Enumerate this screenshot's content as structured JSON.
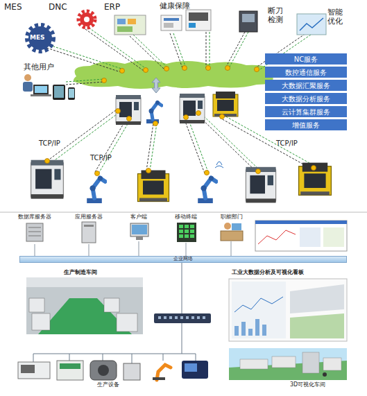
{
  "diagram": {
    "nodes": [
      {
        "text": [
          "NC服务"
        ]
      },
      {
        "text": [
          "数控通信服务"
        ]
      },
      {
        "text": [
          "大数据汇聚服务"
        ]
      },
      {
        "text": [
          "大数据分析服务"
        ]
      },
      {
        "text": [
          "云计算集群服务"
        ]
      },
      {
        "text": [
          "增值服务"
        ]
      },
      {
        "text": [
          "企业网络"
        ]
      }
    ],
    "labels": [
      "MES",
      "DNC",
      "ERP",
      "健康保障",
      "断刀检测",
      "智能优化",
      "MES",
      "其他用户",
      "TCP/IP",
      "TCP/IP",
      "TCP/IP",
      "数据库服务器",
      "应用服务器",
      "客户端",
      "移动终端",
      "职能部门",
      "生产制造车间",
      "工业大数据分析及可视化看板",
      "生产设备",
      "3D可视化车间"
    ]
  }
}
